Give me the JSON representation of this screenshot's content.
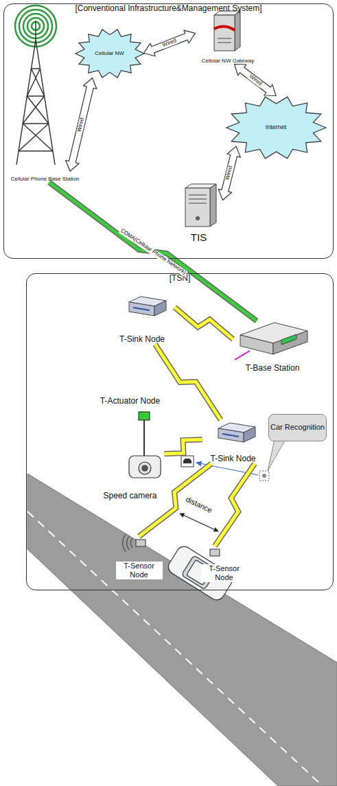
{
  "diagram": {
    "nodes": [
      {
        "text": [
          "[Conventional Infrastructure&Management System]"
        ]
      },
      {
        "text": [
          "Cellular Phone Base Station"
        ],
        "in": 0
      },
      {
        "text": [
          "Cellular NW"
        ],
        "in": 0
      },
      {
        "text": [
          "Cellular NW Gateway"
        ],
        "in": 0
      },
      {
        "text": [
          "Internet"
        ],
        "in": 0
      },
      {
        "text": [
          "TIS"
        ],
        "in": 0
      },
      {
        "text": [
          "[TSN]"
        ]
      },
      {
        "text": [
          "T-Base Station"
        ],
        "in": 6
      },
      {
        "text": [
          "T-Sink Node"
        ],
        "in": 6
      },
      {
        "text": [
          "T-Actuator Node",
          "Speed camera"
        ],
        "in": 6
      },
      {
        "text": [
          "T-Sink Node"
        ],
        "in": 6
      },
      {
        "text": [
          "Car Recognition"
        ],
        "in": 6
      },
      {
        "text": [
          "T-Sensor Node"
        ],
        "in": 6
      },
      {
        "text": [
          "T-Sensor Node"
        ],
        "in": 6
      }
    ],
    "edges": [
      {
        "from": 1,
        "to": 2,
        "arrow": "both",
        "label": "Wired"
      },
      {
        "from": 2,
        "to": 3,
        "arrow": "both",
        "label": "Wired"
      },
      {
        "from": 3,
        "to": 4,
        "arrow": "both",
        "label": "Wired"
      },
      {
        "from": 4,
        "to": 5,
        "arrow": "both",
        "label": "Wired"
      },
      {
        "from": 1,
        "to": 7,
        "arrow": "none",
        "label": "CDMA(Cellular Phone Network)"
      },
      {
        "from": 7,
        "to": 8,
        "arrow": "none"
      },
      {
        "from": 8,
        "to": 10,
        "arrow": "none"
      },
      {
        "from": 10,
        "to": 9,
        "arrow": "none"
      },
      {
        "from": 10,
        "to": 12,
        "arrow": "none"
      },
      {
        "from": 10,
        "to": 13,
        "arrow": "none"
      }
    ],
    "labels": [
      "distance"
    ]
  }
}
